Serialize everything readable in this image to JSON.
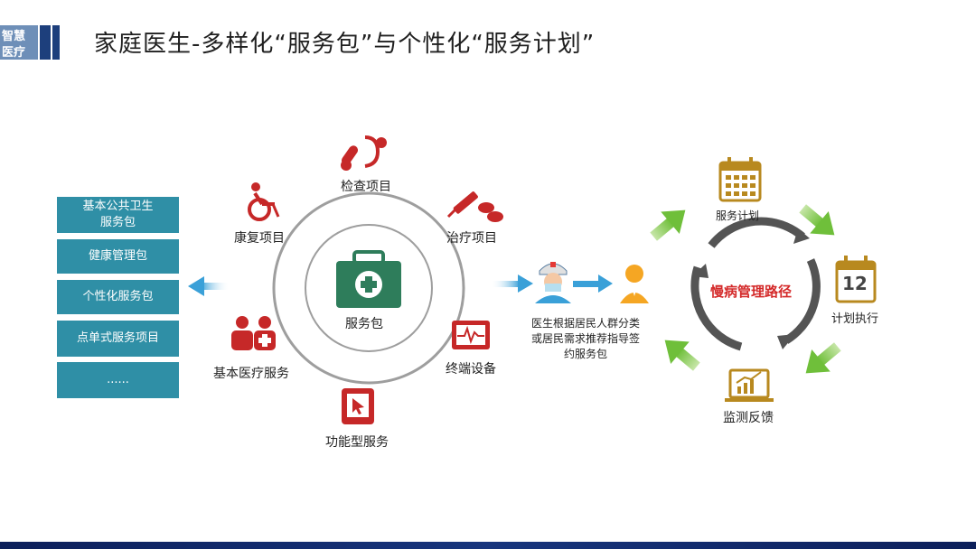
{
  "slide": {
    "title": "家庭医生-多样化“服务包”与个性化“服务计划”",
    "logo": {
      "text": "智慧医疗",
      "icon": "logo-mark"
    }
  },
  "left_panel": {
    "items": [
      "基本公共卫生\n服务包",
      "健康管理包",
      "个性化服务包",
      "点单式服务项目",
      "......"
    ]
  },
  "center_diagram": {
    "center_label": "服务包",
    "center_icon": "medical-kit-icon",
    "nodes": [
      {
        "label": "检查项目",
        "icon": "thermometer-stethoscope-icon"
      },
      {
        "label": "治疗项目",
        "icon": "syringe-pills-icon"
      },
      {
        "label": "终端设备",
        "icon": "monitor-device-icon"
      },
      {
        "label": "功能型服务",
        "icon": "tablet-cursor-icon"
      },
      {
        "label": "基本医疗服务",
        "icon": "doctor-nurse-icon"
      },
      {
        "label": "康复项目",
        "icon": "wheelchair-icon"
      }
    ]
  },
  "middle": {
    "description": "医生根据居民人群分类或居民需求推荐指导签约服务包",
    "doctor_icon": "doctor-icon",
    "resident_icon": "person-icon"
  },
  "cycle": {
    "title": "慢病管理路径",
    "steps": [
      {
        "label": "服务计划",
        "icon": "calendar-icon"
      },
      {
        "label": "计划执行",
        "icon": "calendar-12-icon"
      },
      {
        "label": "监测反馈",
        "icon": "monitor-chart-icon"
      }
    ],
    "calendar_number": "12"
  },
  "colors": {
    "teal_box": "#2f8fa6",
    "red_icon": "#c62828",
    "green_arrow": "#7cc142",
    "gold_icon": "#b8891f",
    "blue_arrow": "#3aa0d8"
  }
}
